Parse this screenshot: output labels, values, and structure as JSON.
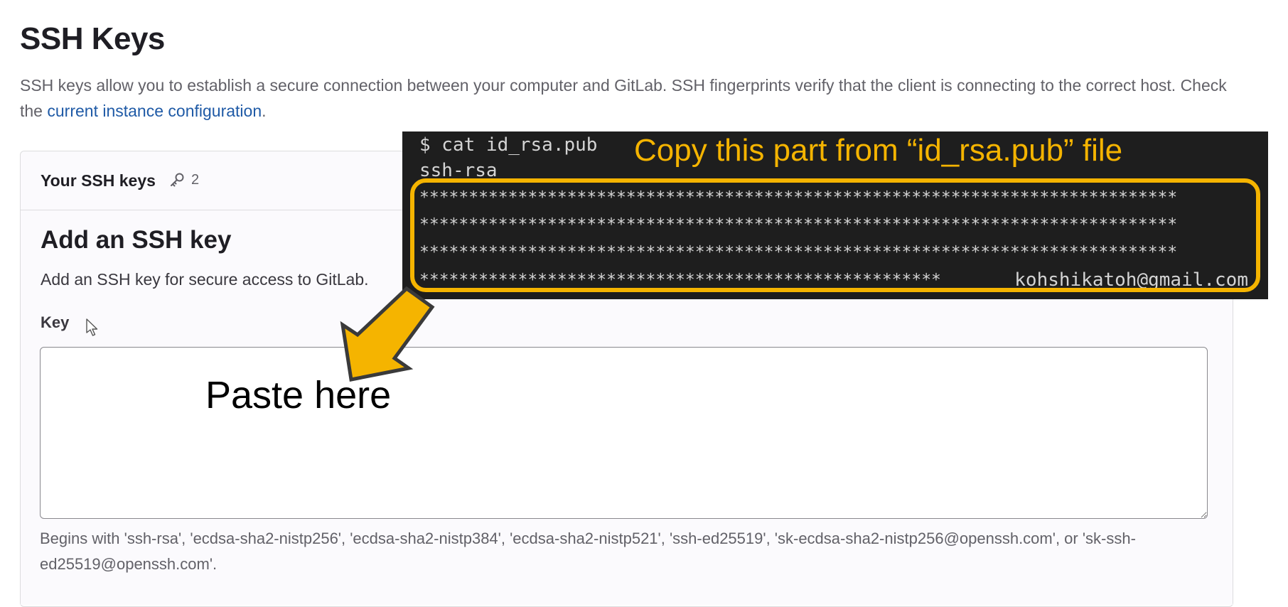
{
  "page": {
    "title": "SSH Keys",
    "description_prefix": "SSH keys allow you to establish a secure connection between your computer and GitLab. SSH fingerprints verify that the client is connecting to the correct host. Check the ",
    "description_link": "current instance configuration",
    "description_suffix": "."
  },
  "card": {
    "header_title": "Your SSH keys",
    "key_count": "2",
    "key_count_icon": "key-icon"
  },
  "form": {
    "title": "Add an SSH key",
    "description": "Add an SSH key for secure access to GitLab.",
    "key_label": "Key",
    "key_value": "",
    "key_help": "Begins with 'ssh-rsa', 'ecdsa-sha2-nistp256', 'ecdsa-sha2-nistp384', 'ecdsa-sha2-nistp521', 'ssh-ed25519', 'sk-ecdsa-sha2-nistp256@openssh.com', or 'sk-ssh-ed25519@openssh.com'."
  },
  "terminal": {
    "command": "$ cat id_rsa.pub",
    "key_type": "ssh-rsa",
    "key_lines": [
      "*****************************************************************************",
      "*****************************************************************************",
      "*****************************************************************************",
      "*****************************************************"
    ],
    "email": "kohshikatoh@gmail.com"
  },
  "annotations": {
    "copy_text": "Copy this part from “id_rsa.pub” file",
    "paste_text": "Paste here",
    "highlight_color": "#f5b400"
  },
  "colors": {
    "link": "#1f5aa6",
    "muted_text": "#626168",
    "terminal_bg": "#1e1e1e"
  }
}
